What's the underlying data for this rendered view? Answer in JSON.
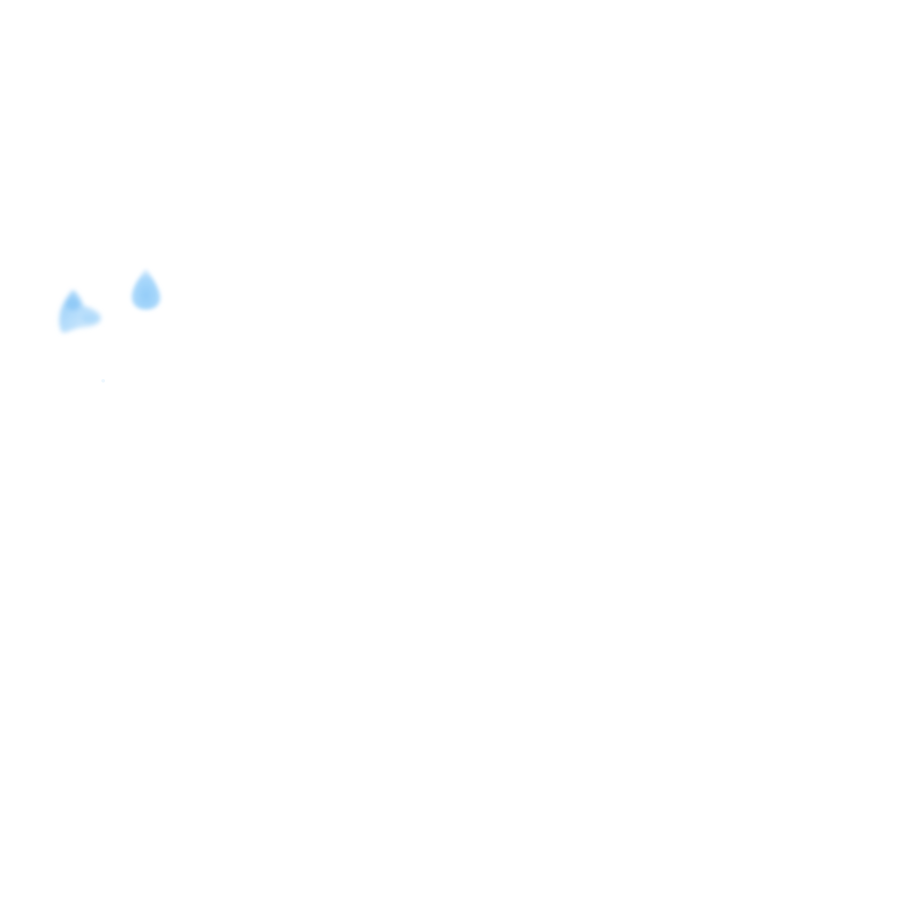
{
  "canvas": {
    "background": "#ffffff"
  },
  "marks": [
    {
      "name": "droplet-left",
      "icon": "water-droplet-icon",
      "color": "#a9d8fb"
    },
    {
      "name": "droplet-right",
      "icon": "water-droplet-icon",
      "color": "#9ed2f9"
    },
    {
      "name": "speck",
      "icon": "dot-icon",
      "color": "#eef7fe"
    }
  ]
}
